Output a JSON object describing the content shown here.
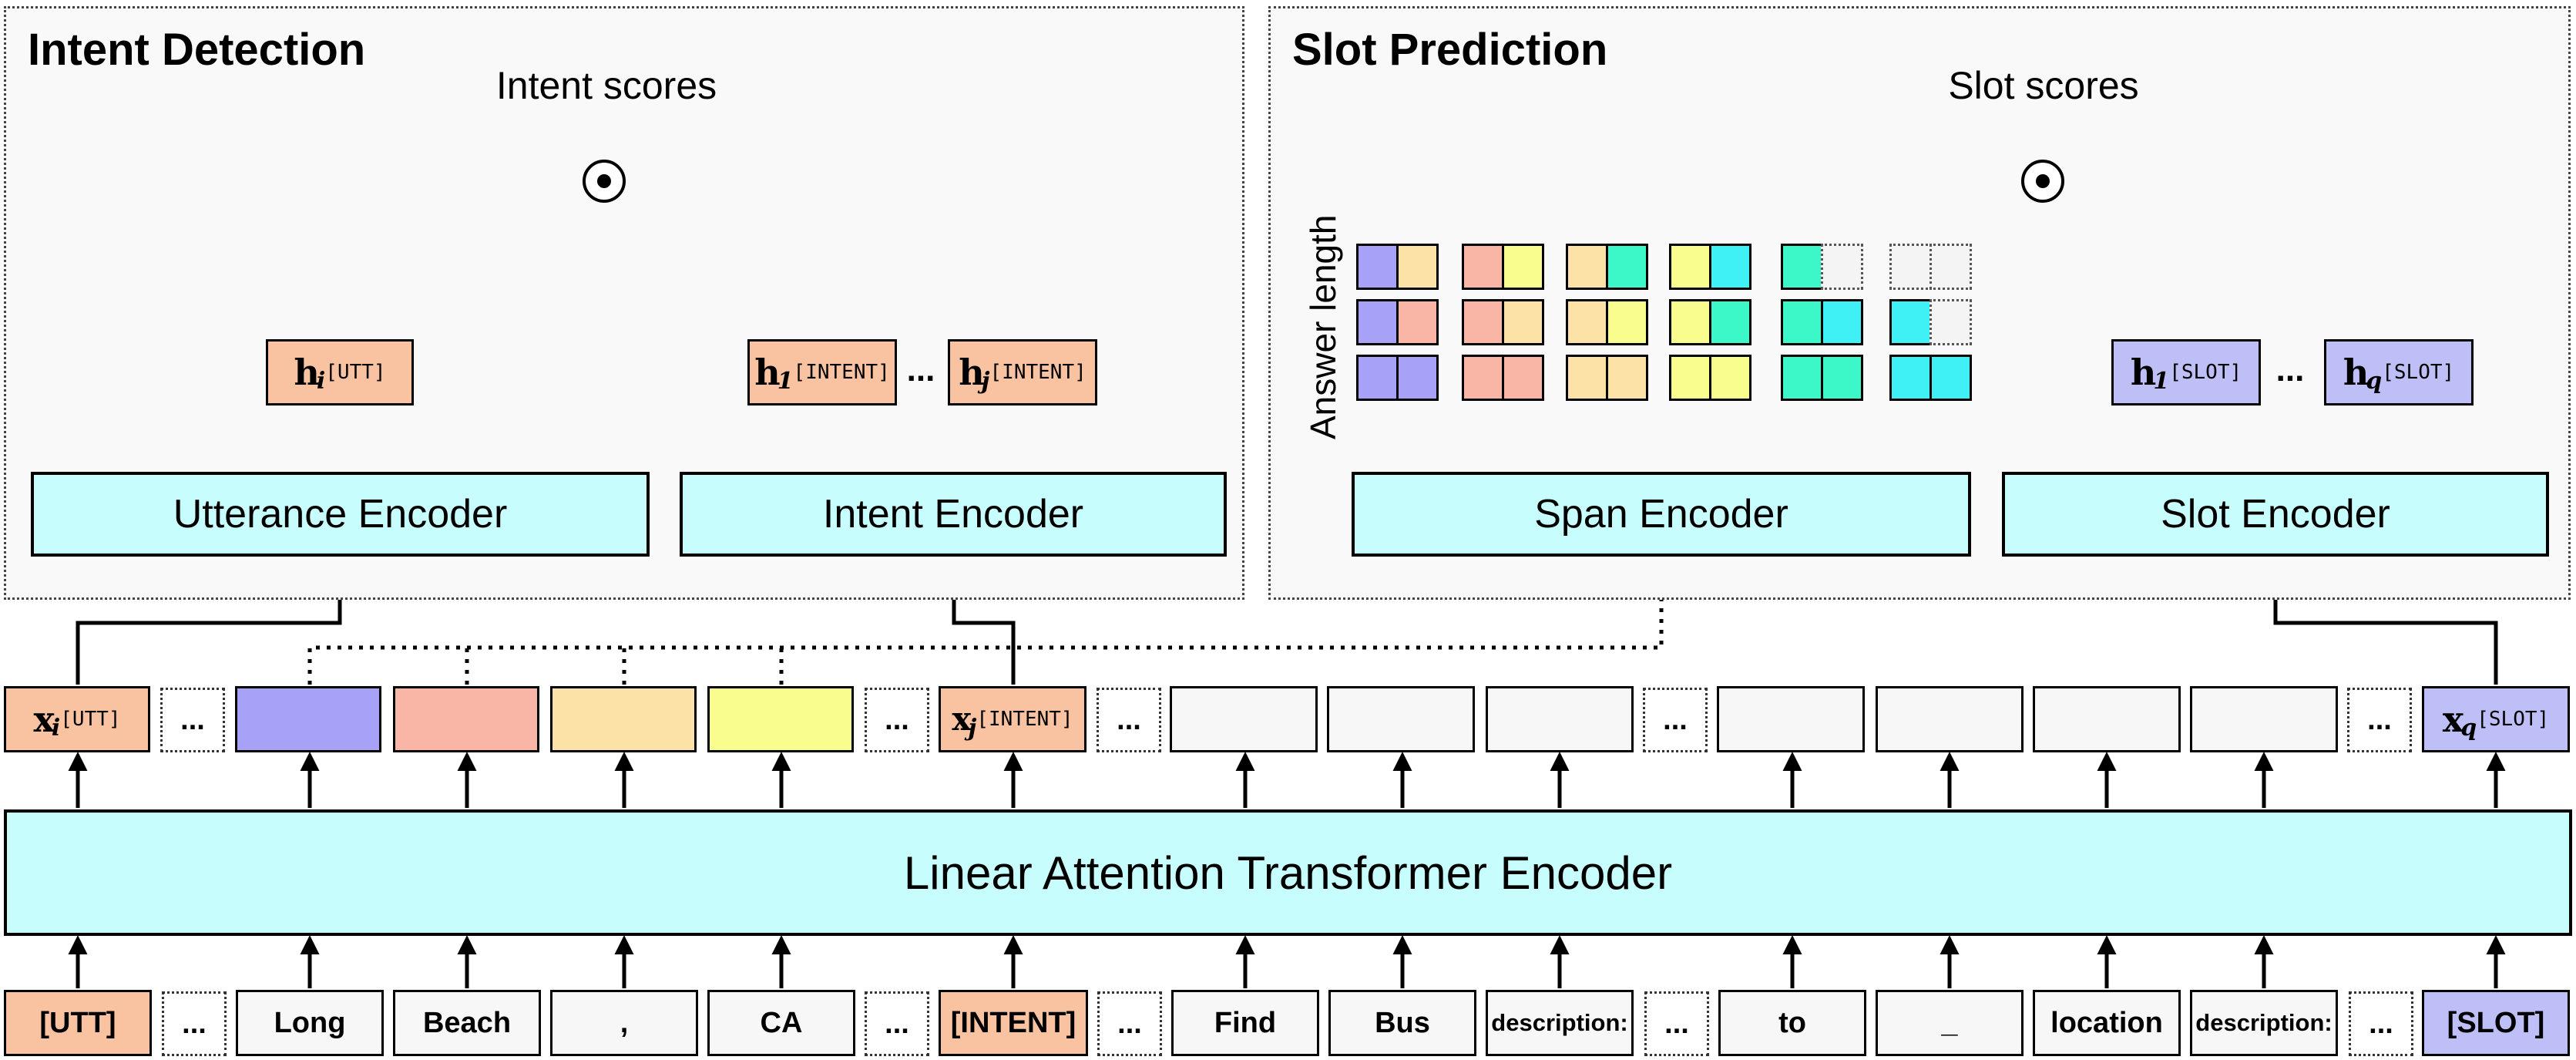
{
  "intent_panel": {
    "title": "Intent Detection",
    "scores_label": "Intent scores",
    "utterance_encoder": "Utterance Encoder",
    "intent_encoder": "Intent Encoder",
    "h_utt": {
      "base": "h",
      "sub": "i",
      "sup": "[UTT]"
    },
    "h_intent_1": {
      "base": "h",
      "sub": "1",
      "sup": "[INTENT]"
    },
    "h_intent_j": {
      "base": "h",
      "sub": "j",
      "sup": "[INTENT]"
    },
    "ellipsis": "..."
  },
  "slot_panel": {
    "title": "Slot Prediction",
    "scores_label": "Slot scores",
    "span_encoder": "Span Encoder",
    "slot_encoder": "Slot Encoder",
    "answer_length_label": "Answer length",
    "h_slot_1": {
      "base": "h",
      "sub": "1",
      "sup": "[SLOT]"
    },
    "h_slot_q": {
      "base": "h",
      "sub": "q",
      "sup": "[SLOT]"
    },
    "ellipsis": "..."
  },
  "hidden_row": {
    "x_utt": {
      "base": "x",
      "sub": "i",
      "sup": "[UTT]"
    },
    "x_intent": {
      "base": "x",
      "sub": "j",
      "sup": "[INTENT]"
    },
    "x_slot": {
      "base": "x",
      "sub": "q",
      "sup": "[SLOT]"
    },
    "ellipsis": "...",
    "span_colors": [
      "#a7a2f7",
      "#f9b5a5",
      "#fde2a7",
      "#f8fd8e"
    ]
  },
  "encoder": {
    "label": "Linear Attention Transformer Encoder"
  },
  "tokens": [
    "[UTT]",
    "...",
    "Long",
    "Beach",
    ",",
    "CA",
    "...",
    "[INTENT]",
    "...",
    "Find",
    "Bus",
    "description:",
    "...",
    "to",
    "_",
    "location",
    "description:",
    "...",
    "[SLOT]"
  ],
  "colors": {
    "encoder_fill": "#c8fdfd",
    "utt_token": "#f9c3a2",
    "slot_token": "#bfbff7",
    "span_purple": "#a7a2f7",
    "span_salmon": "#f9b5a5",
    "span_peach": "#fde2a7",
    "span_yellow": "#f8fd8e",
    "span_teal": "#3cf7c8",
    "span_cyan": "#3ff0f5"
  }
}
